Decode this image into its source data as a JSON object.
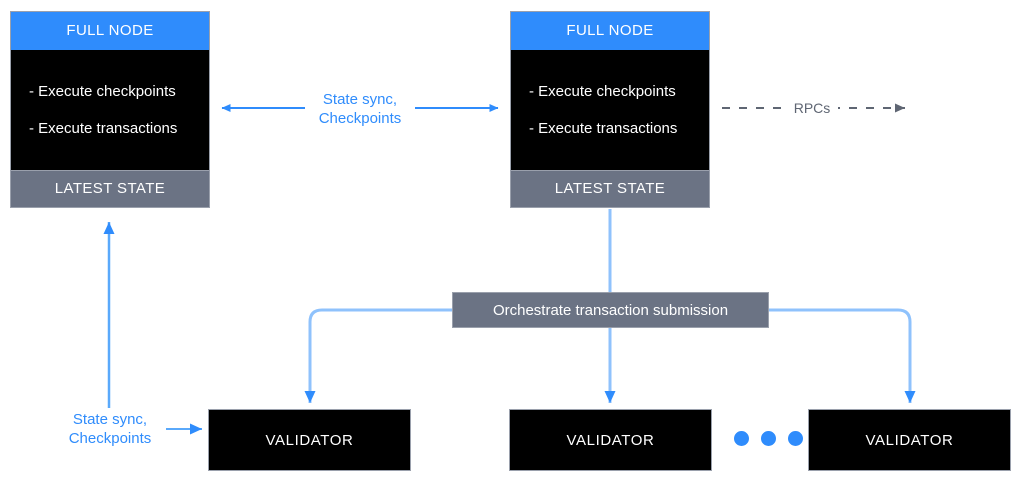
{
  "diagram": {
    "title": "Sui full node / validator network topology",
    "colors": {
      "accent_blue": "#2f8cfc",
      "slate_gray": "#6b7384",
      "dark_gray": "#5f6673",
      "black": "#000000",
      "border_gray": "#9aa0ac",
      "white": "#ffffff"
    },
    "full_nodes": [
      {
        "id": "full-node-left",
        "header": "FULL NODE",
        "bullets": [
          "- Execute checkpoints",
          "- Execute transactions"
        ],
        "footer": "LATEST STATE"
      },
      {
        "id": "full-node-right",
        "header": "FULL NODE",
        "bullets": [
          "- Execute checkpoints",
          "- Execute transactions"
        ],
        "footer": "LATEST STATE"
      }
    ],
    "orchestrate": {
      "label": "Orchestrate transaction submission"
    },
    "validators": [
      {
        "id": "validator-1",
        "label": "VALIDATOR"
      },
      {
        "id": "validator-2",
        "label": "VALIDATOR"
      },
      {
        "id": "validator-3",
        "label": "VALIDATOR"
      }
    ],
    "ellipsis": {
      "dot_count": 3,
      "meaning": "more validators"
    },
    "edges": [
      {
        "id": "state-sync-between-fullnodes",
        "label": "State sync,\nCheckpoints",
        "style": "solid-double-arrow",
        "color": "#2f8cfc"
      },
      {
        "id": "rpcs-out",
        "label": "RPCs",
        "style": "dashed-arrow",
        "color": "#5f6673"
      },
      {
        "id": "state-sync-validator-to-fullnode",
        "label": "State sync,\nCheckpoints",
        "style": "solid-arrow",
        "color": "#2f8cfc"
      }
    ]
  }
}
